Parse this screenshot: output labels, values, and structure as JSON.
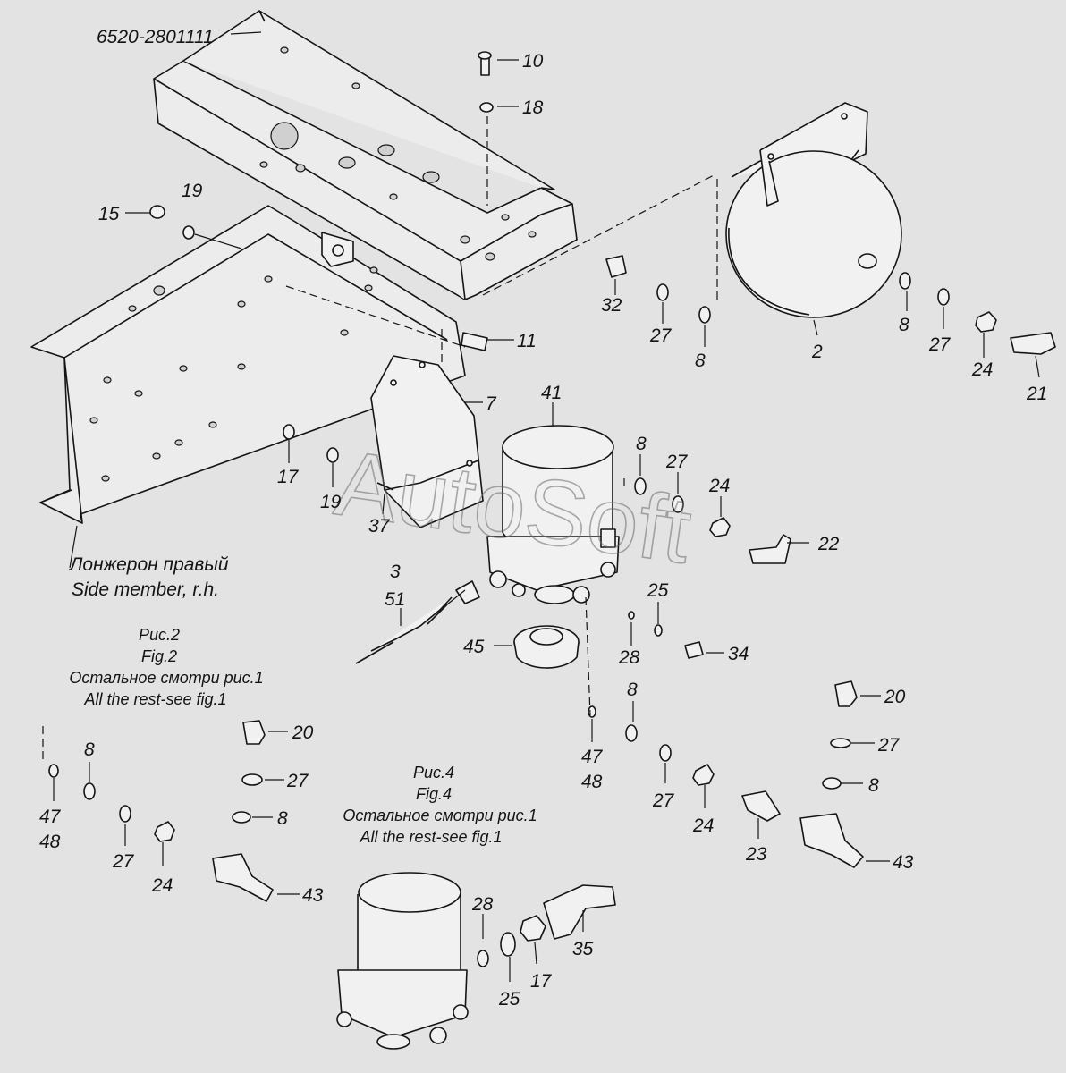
{
  "drawing_number": "6520-2801111",
  "watermark": "AutoSoft",
  "side_member": {
    "ru": "Лонжерон правый",
    "en": "Side member, r.h."
  },
  "fig2_note": {
    "ru_fig": "Рис.2",
    "en_fig": "Fig.2",
    "ru_rest": "Остальное смотри рис.1",
    "en_rest": "All the rest-see fig.1"
  },
  "fig4_note": {
    "ru_fig": "Рис.4",
    "en_fig": "Fig.4",
    "ru_rest": "Остальное смотри рис.1",
    "en_rest": "All the rest-see fig.1"
  },
  "callouts": [
    "10",
    "18",
    "15",
    "19",
    "32",
    "27",
    "8",
    "11",
    "2",
    "8",
    "27",
    "24",
    "21",
    "7",
    "17",
    "19",
    "37",
    "41",
    "8",
    "27",
    "24",
    "22",
    "3",
    "51",
    "25",
    "45",
    "28",
    "34",
    "20",
    "8",
    "27",
    "8",
    "20",
    "27",
    "8",
    "47",
    "48",
    "27",
    "24",
    "23",
    "43",
    "47",
    "48",
    "8",
    "27",
    "24",
    "43",
    "28",
    "35",
    "25",
    "17"
  ]
}
